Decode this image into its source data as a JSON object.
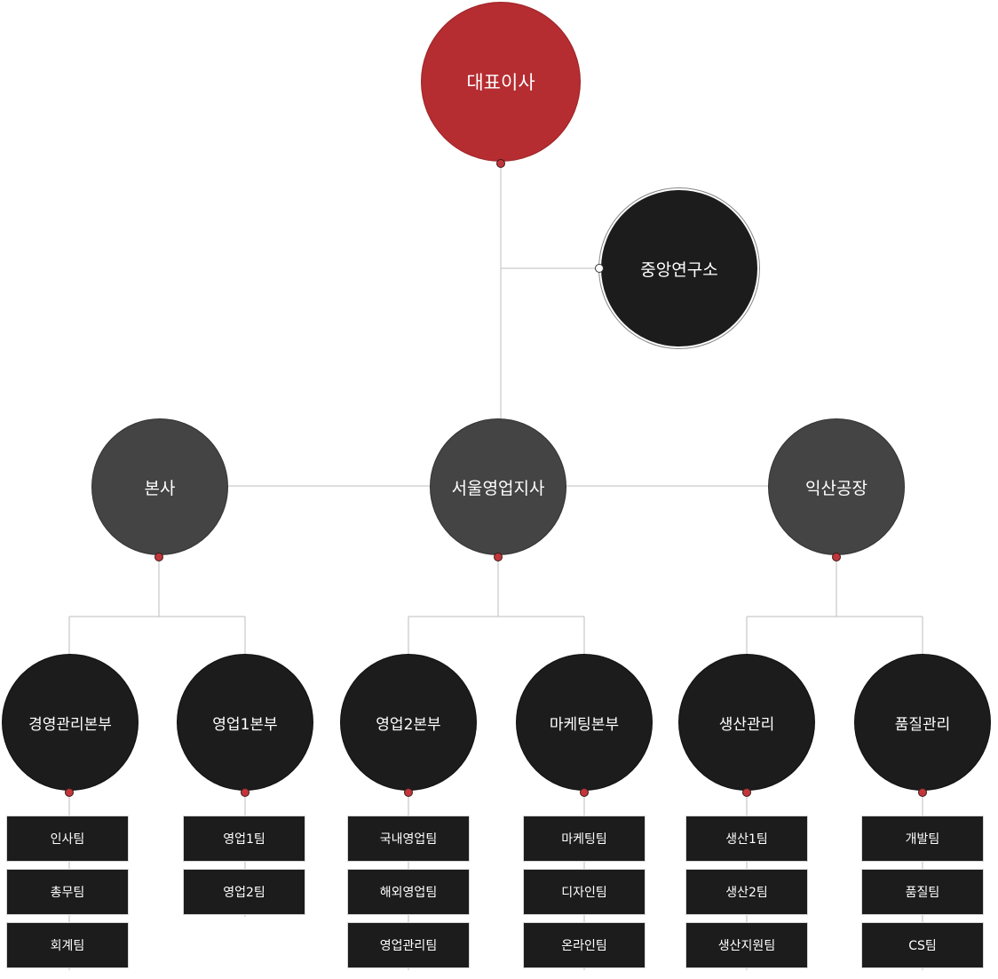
{
  "ceo": {
    "label": "대표이사"
  },
  "lab": {
    "label": "중앙연구소"
  },
  "divisions": [
    {
      "label": "본사"
    },
    {
      "label": "서울영업지사"
    },
    {
      "label": "익산공장"
    }
  ],
  "departments": [
    {
      "label": "경영관리본부",
      "teams": [
        "인사팀",
        "총무팀",
        "회계팀"
      ]
    },
    {
      "label": "영업1본부",
      "teams": [
        "영업1팀",
        "영업2팀"
      ]
    },
    {
      "label": "영업2본부",
      "teams": [
        "국내영업팀",
        "해외영업팀",
        "영업관리팀"
      ]
    },
    {
      "label": "마케팅본부",
      "teams": [
        "마케팅팀",
        "디자인팀",
        "온라인팀"
      ]
    },
    {
      "label": "생산관리",
      "teams": [
        "생산1팀",
        "생산2팀",
        "생산지원팀"
      ]
    },
    {
      "label": "품질관리",
      "teams": [
        "개발팀",
        "품질팀",
        "CS팀"
      ]
    }
  ]
}
